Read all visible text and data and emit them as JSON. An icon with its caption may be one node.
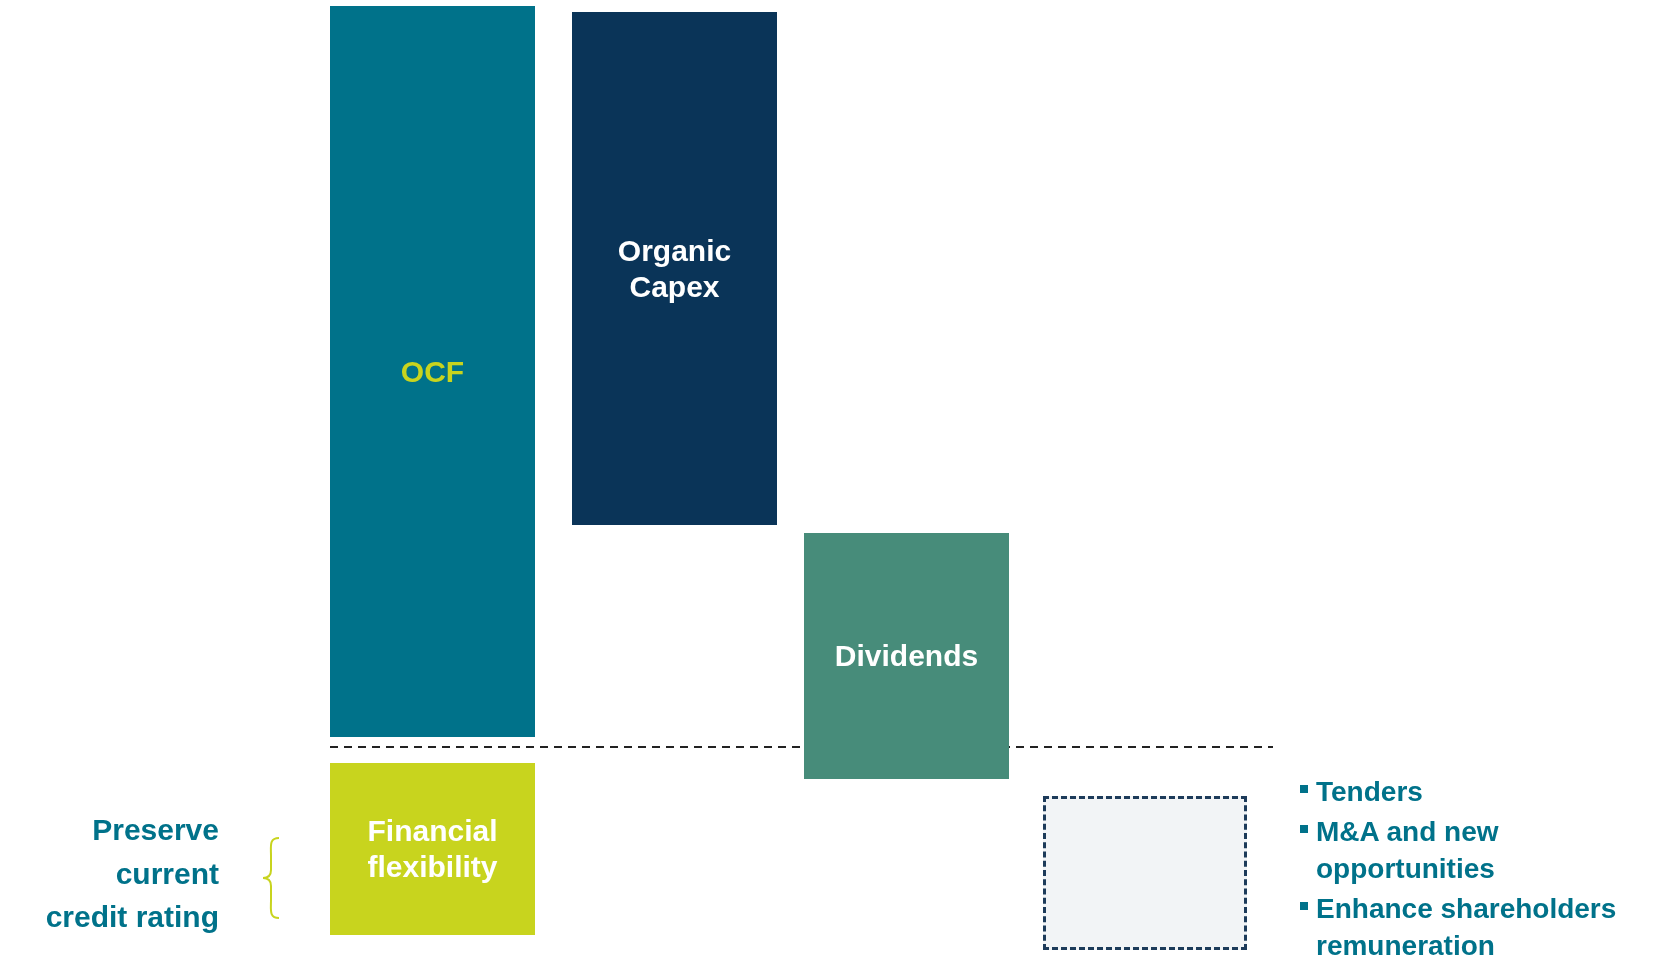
{
  "diagram": {
    "nodes": [
      {
        "text": [
          "OCF"
        ]
      },
      {
        "text": [
          "Organic Capex"
        ]
      },
      {
        "text": [
          "Dividends"
        ]
      },
      {
        "text": [
          "Financial flexibility"
        ],
        "beside": [
          "Preserve current credit rating"
        ]
      },
      {
        "text": [],
        "shape": "box",
        "beside": [
          "Tenders",
          "M&A and new opportunities",
          "Enhance shareholders remuneration"
        ]
      }
    ]
  }
}
